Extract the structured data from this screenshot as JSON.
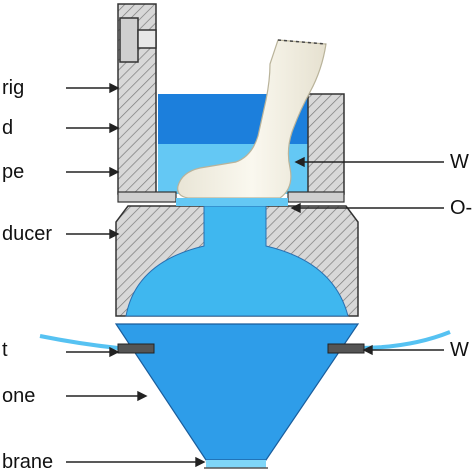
{
  "labels": {
    "left": [
      "rig",
      "d",
      "pe",
      "ducer",
      "t",
      "one",
      "brane"
    ],
    "right": [
      "W",
      "O-",
      "W"
    ]
  },
  "colors": {
    "hatch_fill": "#d6d6d6",
    "hatch_stroke": "#6e6e6e",
    "water_dark": "#1d83de",
    "water_light": "#48c2f3",
    "foot": "#f2efe3",
    "text": "#111111"
  }
}
